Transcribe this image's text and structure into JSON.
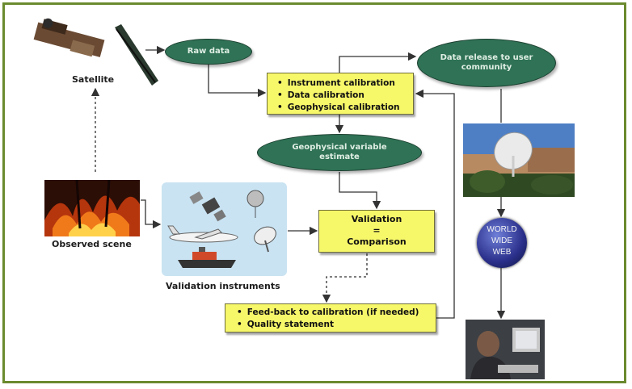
{
  "nodes": {
    "satellite_label": "Satellite",
    "raw_data": "Raw data",
    "calibration_items": [
      "Instrument calibration",
      "Data calibration",
      "Geophysical calibration"
    ],
    "geophysical_estimate": "Geophysical variable estimate",
    "data_release": "Data release to user community",
    "observed_scene_label": "Observed scene",
    "validation_instruments_label": "Validation instruments",
    "validation_line1": "Validation",
    "validation_line2": "=",
    "validation_line3": "Comparison",
    "feedback_items": [
      "Feed-back to calibration (if needed)",
      "Quality statement"
    ],
    "www_lines": [
      "WORLD",
      "WIDE",
      "WEB"
    ]
  },
  "colors": {
    "frame": "#6b8a2f",
    "box_fill": "#f7f76a",
    "ellipse_fill": "#2f7255",
    "arrow": "#333333"
  },
  "icons": [
    "satellite-icon",
    "fire-scene-image",
    "airplane-icon",
    "ship-icon",
    "balloon-icon",
    "radar-dish-icon",
    "satellite-dish-photo",
    "globe-icon",
    "computer-user-photo"
  ]
}
